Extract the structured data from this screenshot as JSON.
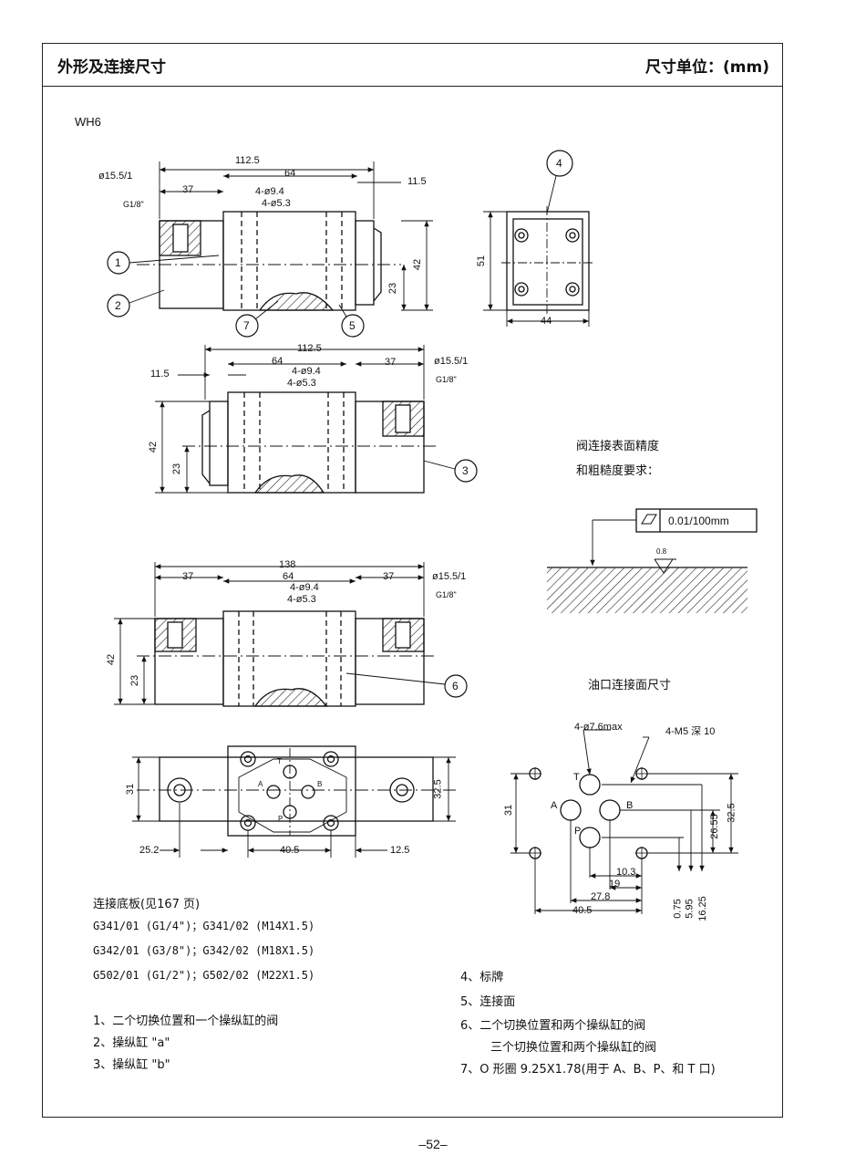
{
  "header": {
    "title": "外形及连接尺寸",
    "unit": "尺寸单位：(mm)"
  },
  "model": "WH6",
  "dims": {
    "v1": {
      "total": "112.5",
      "mid": "64",
      "left": "37",
      "port": "ø15.5/1",
      "thread": "G1/8\"",
      "right": "11.5",
      "holes1": "4-ø9.4",
      "holes2": "4-ø5.3",
      "h": "42",
      "h2": "23"
    },
    "side": {
      "h": "51",
      "w": "44"
    },
    "v3": {
      "total": "138",
      "mid": "64",
      "left": "37",
      "right": "37",
      "port": "ø15.5/1",
      "thread": "G1/8\"",
      "holes1": "4-ø9.4",
      "holes2": "4-ø5.3",
      "h": "42",
      "h2": "23"
    },
    "plan": {
      "h": "31",
      "h2": "32.5",
      "left": "25.2",
      "mid": "40.5",
      "right": "12.5",
      "t": "T",
      "a": "A",
      "b": "B",
      "p": "P"
    },
    "iface": {
      "holes1": "4-ø7.6max",
      "holes2": "4-M5 深 10",
      "t": "T",
      "a": "A",
      "b": "B",
      "p": "P",
      "h": "31",
      "v1": "26.55",
      "v2": "32.5",
      "x1": "10.3",
      "x2": "19",
      "x3": "27.8",
      "x4": "40.5",
      "y1": "0.75",
      "y2": "5.95",
      "y3": "16.25"
    }
  },
  "callouts": [
    "1",
    "2",
    "3",
    "4",
    "5",
    "6",
    "7"
  ],
  "precision": {
    "title1": "阀连接表面精度",
    "title2": "和粗糙度要求：",
    "flatness": "0.01/100mm",
    "roughness": "0.8"
  },
  "iface_title": "油口连接面尺寸",
  "subplate": {
    "title": "连接底板(见167 页)",
    "rows": [
      "G341/01 (G1/4\")；G341/02 (M14X1.5)",
      "G342/01 (G3/8\")；G342/02 (M18X1.5)",
      "G502/01 (G1/2\")；G502/02 (M22X1.5)"
    ]
  },
  "legend_left": [
    "1、二个切换位置和一个操纵缸的阀",
    "2、操纵缸 \"a\"",
    "3、操纵缸 \"b\""
  ],
  "legend_right": [
    "4、标牌",
    "5、连接面",
    "6、二个切换位置和两个操纵缸的阀",
    "三个切换位置和两个操纵缸的阀",
    "7、O 形圈 9.25X1.78(用于 A、B、P、和 T 口)"
  ],
  "page_number": "–52–"
}
